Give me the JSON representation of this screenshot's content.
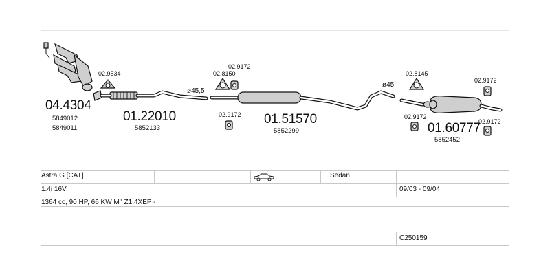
{
  "parts": {
    "manifold": {
      "number": "04.4304",
      "oe": [
        "5849012",
        "5849011"
      ]
    },
    "manifold_gasket": {
      "number": "02.9534"
    },
    "front_pipe": {
      "number": "01.22010",
      "oe": [
        "5852133"
      ]
    },
    "pipe_diameter_1": "ø45,5",
    "mid_gasket": {
      "number": "02.8150"
    },
    "mid_clamp_top": {
      "number": "02.9172"
    },
    "mid_clamp_bottom": {
      "number": "02.9172"
    },
    "middle_silencer": {
      "number": "01.51570",
      "oe": [
        "5852299"
      ]
    },
    "pipe_diameter_2": "ø45",
    "rear_gasket": {
      "number": "02.8145"
    },
    "rear_clamp_left": {
      "number": "02.9172"
    },
    "rear_hanger_top": {
      "number": "02.9172"
    },
    "rear_hanger_bottom": {
      "number": "02.9172"
    },
    "rear_silencer": {
      "number": "01.60777",
      "oe": [
        "5852452"
      ]
    }
  },
  "info": {
    "model": "Astra G  [CAT]",
    "body": "Sedan",
    "engine": "1.4i 16V",
    "period": "09/03 - 09/04",
    "specs": "1364 cc, 90 HP, 66 KW M° Z1.4XEP -",
    "code": "C250159"
  }
}
